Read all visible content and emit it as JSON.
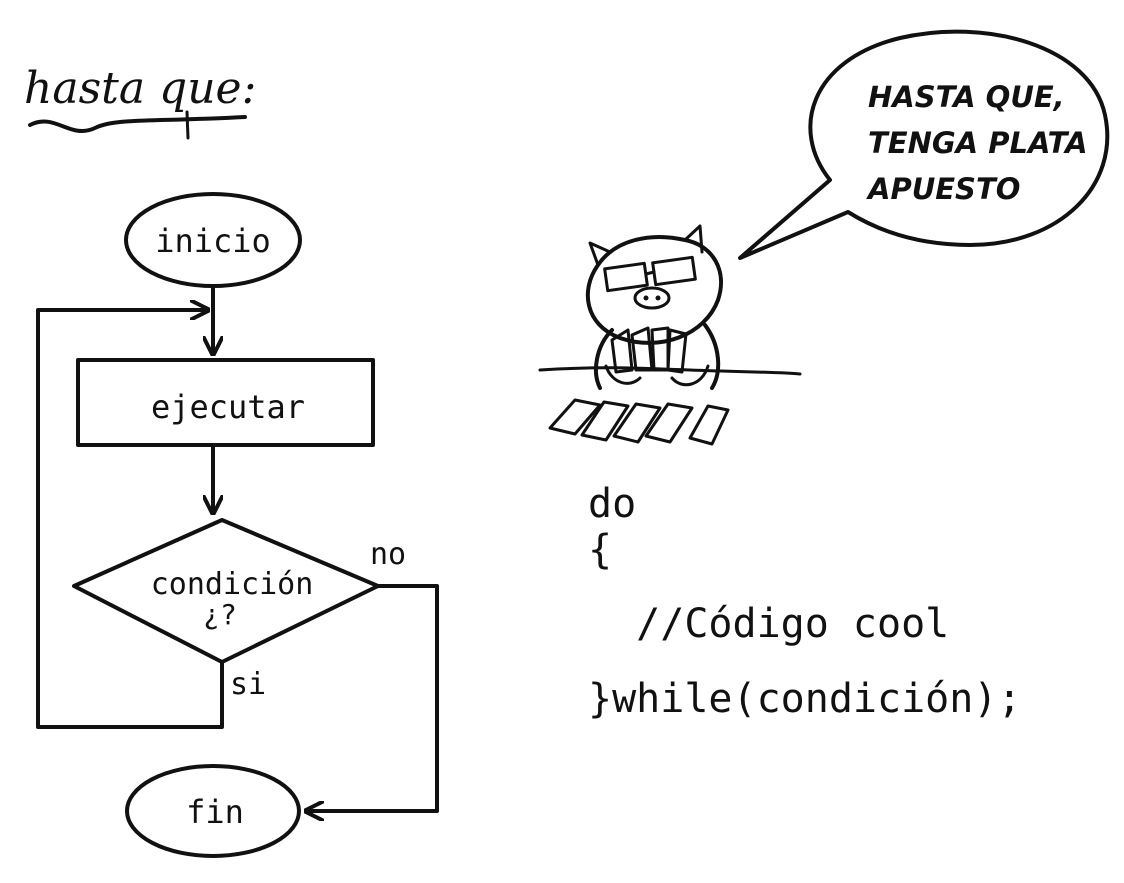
{
  "heading": "hasta que:",
  "flowchart": {
    "start": "inicio",
    "process": "ejecutar",
    "condition_line1": "condición",
    "condition_line2": "¿?",
    "branch_no": "no",
    "branch_yes": "si",
    "end": "fin"
  },
  "speech_bubble": {
    "line1": "HASTA QUE,",
    "line2": "TENGA PLATA",
    "line3": "APUESTO"
  },
  "code": {
    "line1": "do",
    "line2": "{",
    "line3": "  //Código cool",
    "line4": "}while(condición);"
  }
}
